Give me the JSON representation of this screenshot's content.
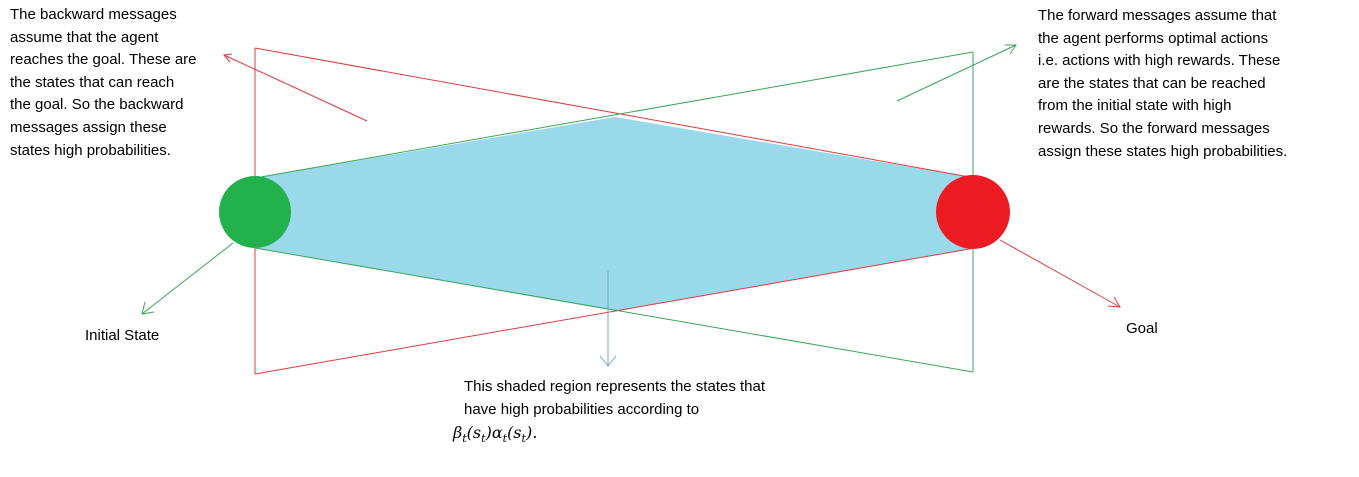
{
  "backward_note": {
    "lines": [
      "The backward messages",
      "assume that the agent",
      "reaches the goal. These are",
      "the states that can reach",
      "the goal. So the backward",
      "messages assign these",
      "states high probabilities."
    ]
  },
  "forward_note": {
    "lines": [
      "The forward messages assume that",
      "the agent performs optimal actions",
      "i.e. actions with high rewards. These",
      "are the states that can be reached",
      "from the initial state with high",
      "rewards. So the forward messages",
      "assign these states high probabilities."
    ]
  },
  "shaded_note": {
    "lines": [
      "This shaded region represents the states that",
      "have high probabilities according to"
    ],
    "formula": {
      "beta": "β",
      "t": "t",
      "s": "s",
      "alpha": "α",
      "open": "(",
      "close": ")",
      "period": "."
    }
  },
  "labels": {
    "initial_state": "Initial State",
    "goal": "Goal"
  },
  "colors": {
    "initial_state": "#22b14c",
    "goal": "#ed1c24",
    "shaded_region": "#99d9ea",
    "backward_lines": "#e0393e",
    "forward_lines": "#3aa655",
    "pointer_arrow": "#7f9fc8"
  }
}
